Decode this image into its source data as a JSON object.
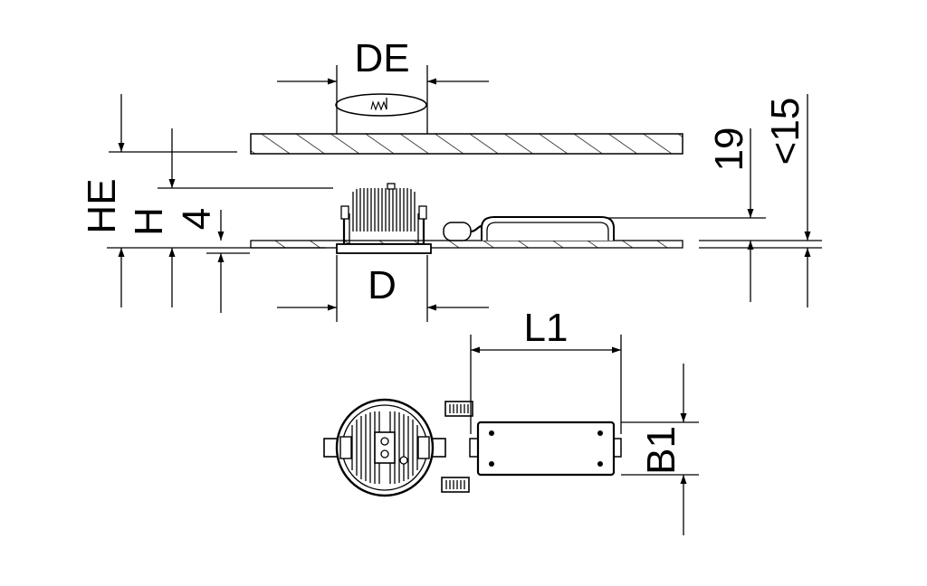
{
  "drawing": {
    "labels": {
      "de": "DE",
      "d": "D",
      "he": "HE",
      "h": "H",
      "four": "4",
      "nineteen": "19",
      "lt15": "<15",
      "l1": "L1",
      "b1": "B1"
    }
  }
}
